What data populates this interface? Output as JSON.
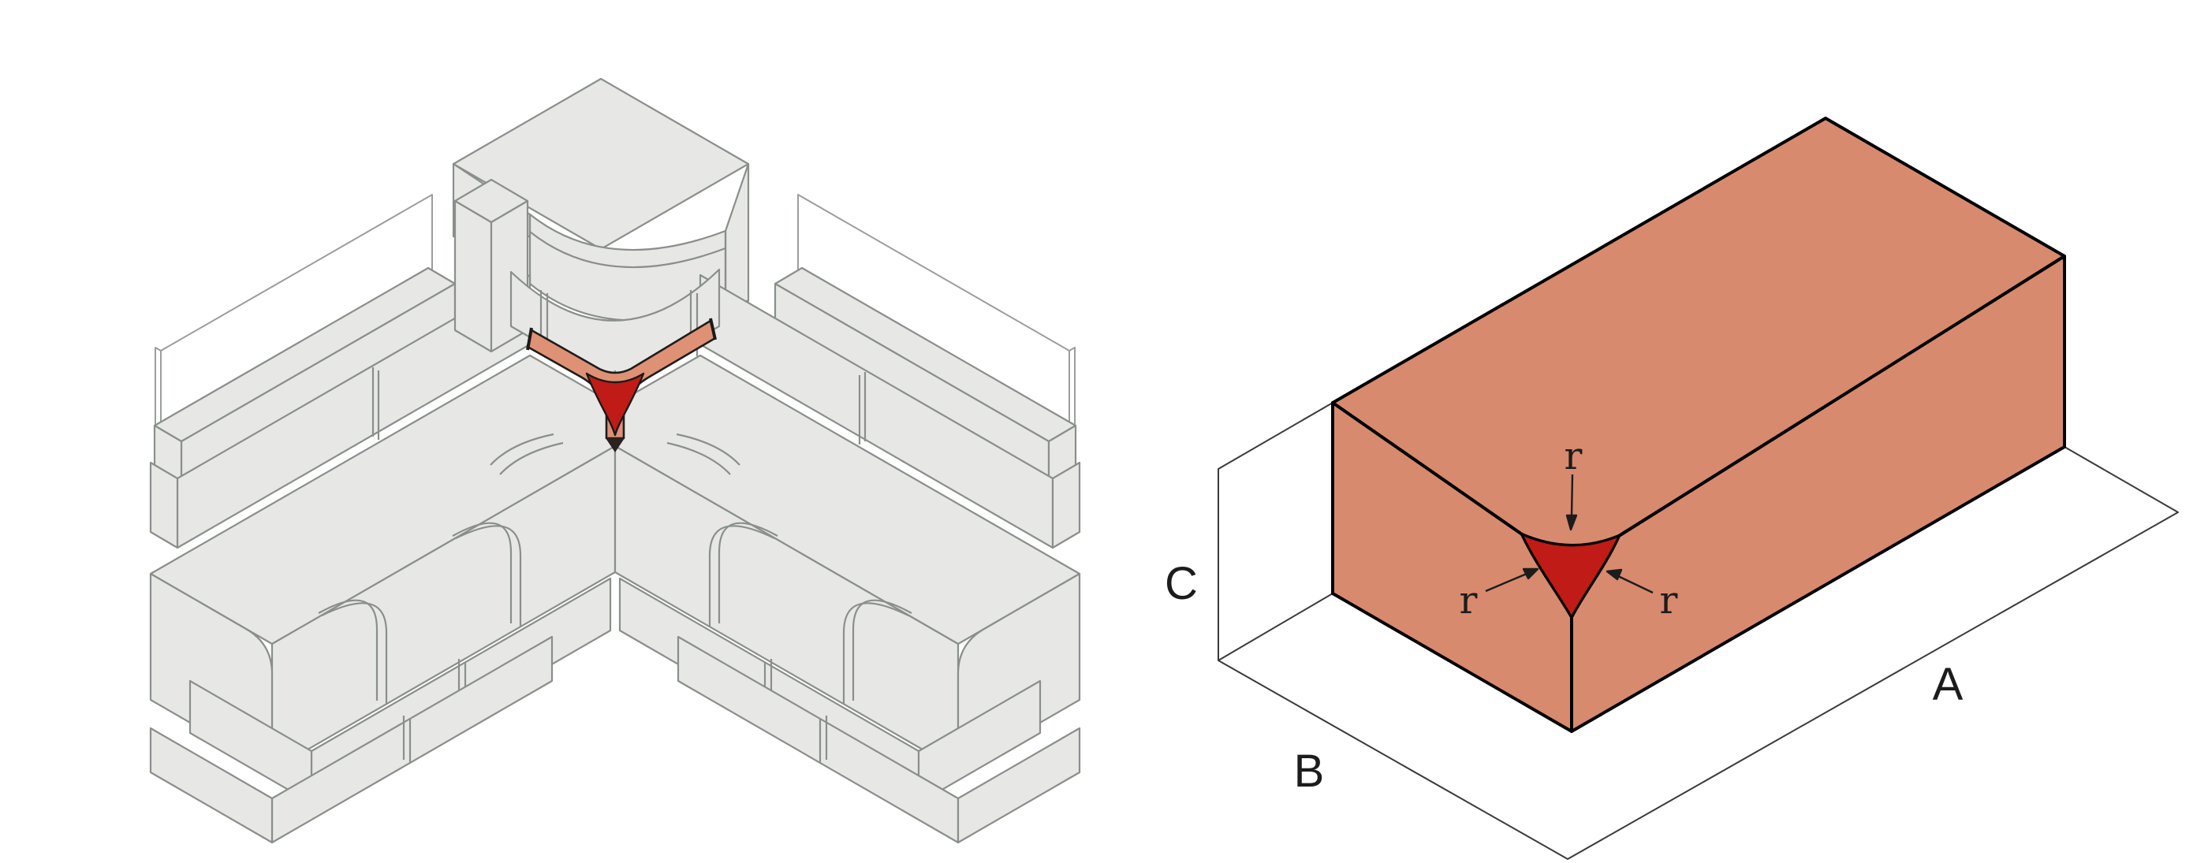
{
  "illustration": {
    "type": "technical-diagram",
    "left_panel": {
      "name": "masonry-corner-assembly",
      "visible_text": []
    },
    "right_panel": {
      "name": "brick-dimension-drawing",
      "labels": {
        "length": "A",
        "width": "B",
        "height": "C",
        "radius_top": "r",
        "radius_left": "r",
        "radius_right": "r"
      }
    },
    "colors": {
      "block_gray": "#e7e8e5",
      "block_outline_gray": "#8a8f8a",
      "mortar_salmon": "#df9175",
      "fillet_red": "#c01b16",
      "brick_salmon": "#d88a6e",
      "line_black": "#1a1a1a",
      "background": "#ffffff"
    }
  }
}
